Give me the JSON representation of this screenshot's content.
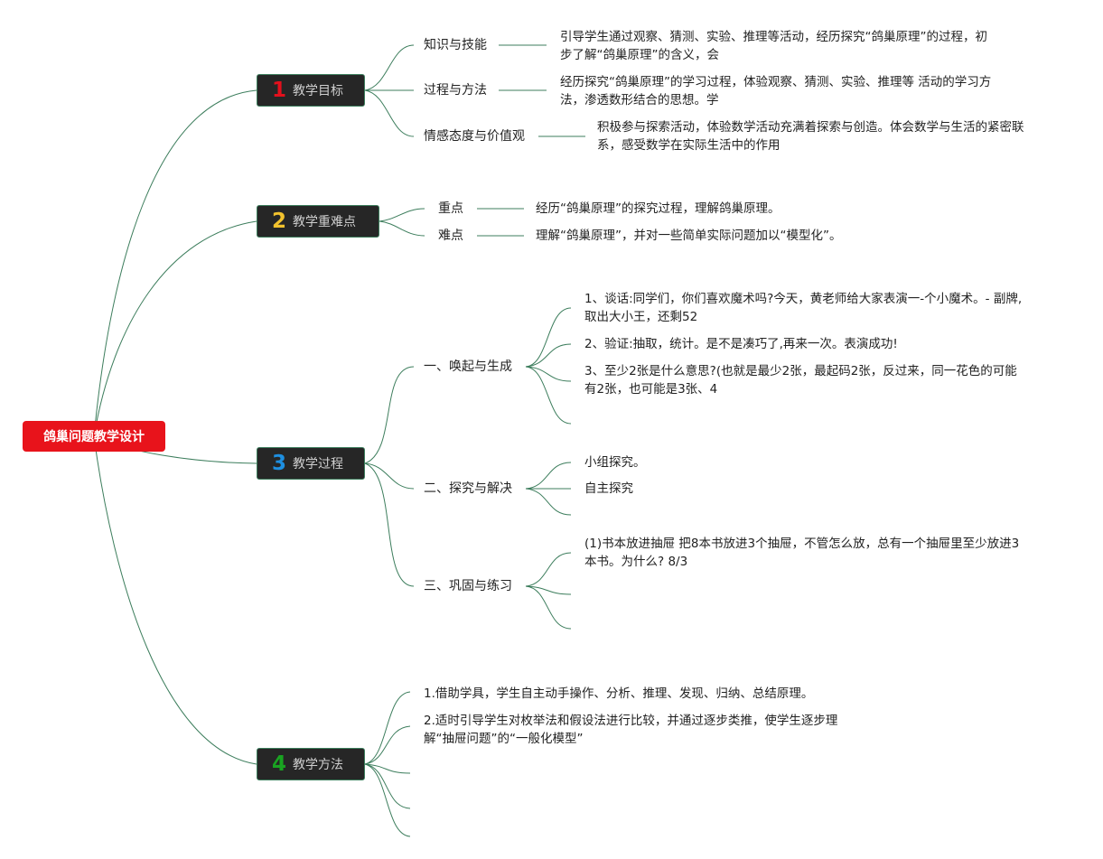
{
  "root": {
    "label": "鸽巢问题教学设计"
  },
  "colors": {
    "root": "#e8131b",
    "line": "#3c7d5c",
    "branch_bg": "#262626",
    "num1": "#e3101c",
    "num2": "#f2c22e",
    "num3": "#1e8fe0",
    "num4": "#19a321"
  },
  "branches": [
    {
      "num": "1",
      "label": "教学目标",
      "subs": [
        {
          "label": "知识与技能",
          "lines": [
            "引导学生通过观察、猜测、实验、推理等活动，经历探究“鸽巢原理”的过程，初",
            "步了解“鸽巢原理”的含义，会"
          ]
        },
        {
          "label": "过程与方法",
          "lines": [
            "经历探究“鸽巢原理”的学习过程，体验观察、猜测、实验、推理等 活动的学习方",
            "法，渗透数形结合的思想。学"
          ]
        },
        {
          "label": "情感态度与价值观",
          "lines": [
            "积极参与探索活动，体验数学活动充满着探索与创造。体会数学与生活的紧密联",
            "系，感受数学在实际生活中的作用"
          ]
        }
      ]
    },
    {
      "num": "2",
      "label": "教学重难点",
      "subs": [
        {
          "label": "重点",
          "lines": [
            "经历“鸽巢原理”的探究过程，理解鸽巢原理。"
          ]
        },
        {
          "label": "难点",
          "lines": [
            "理解“鸽巢原理”，并对一些简单实际问题加以“模型化”。"
          ]
        }
      ]
    },
    {
      "num": "3",
      "label": "教学过程",
      "subs": [
        {
          "label": "一、唤起与生成",
          "items": [
            [
              "1、谈话:同学们，你们喜欢魔术吗?今天，黄老师给大家表演一-个小魔术。- 副牌,",
              "取出大小王，还剩52"
            ],
            [
              "2、验证:抽取，统计。是不是凑巧了,再来一次。表演成功!"
            ],
            [
              "3、至少2张是什么意思?(也就是最少2张，最起码2张，反过来，同一花色的可能",
              "有2张，也可能是3张、4"
            ]
          ]
        },
        {
          "label": "二、探究与解决",
          "items": [
            [
              "小组探究。"
            ],
            [
              "自主探究"
            ]
          ]
        },
        {
          "label": "三、巩固与练习",
          "items": [
            [
              "(1)书本放进抽屉 把8本书放进3个抽屉，不管怎么放，总有一个抽屉里至少放进3",
              "本书。为什么? 8/3"
            ]
          ]
        }
      ]
    },
    {
      "num": "4",
      "label": "教学方法",
      "items": [
        [
          "1.借助学具，学生自主动手操作、分析、推理、发现、归纳、总结原理。"
        ],
        [
          "2.适时引导学生对枚举法和假设法进行比较，并通过逐步类推，使学生逐步理",
          "解“抽屉问题”的“一般化模型”"
        ]
      ]
    }
  ]
}
